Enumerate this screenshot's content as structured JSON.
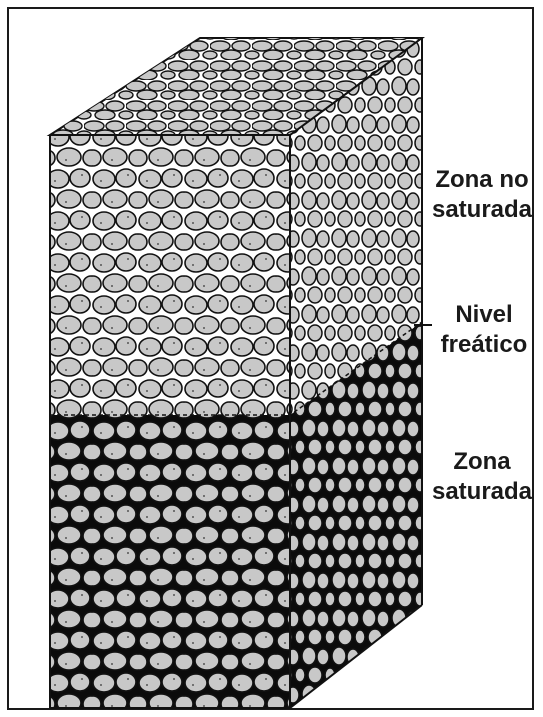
{
  "labels": {
    "unsaturated_zone": "Zona no\nsaturada",
    "water_table": "Nivel\nfreático",
    "saturated_zone": "Zona\nsaturada"
  },
  "colors": {
    "grain_fill": "#c8c8c8",
    "pore_water": "#0b0b0b",
    "pore_air": "#ffffff",
    "outline": "#1a1a1a"
  }
}
